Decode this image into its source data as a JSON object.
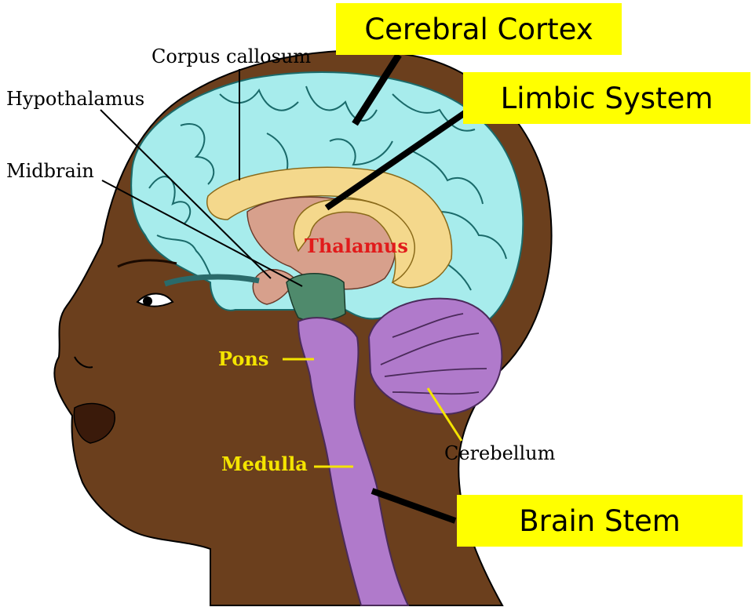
{
  "callouts": {
    "cerebral_cortex": "Cerebral Cortex",
    "limbic_system": "Limbic System",
    "brain_stem": "Brain Stem"
  },
  "labels": {
    "corpus_callosum": "Corpus callosum",
    "hypothalamus": "Hypothalamus",
    "midbrain": "Midbrain",
    "thalamus": "Thalamus",
    "pons": "Pons",
    "medulla": "Medulla",
    "cerebellum": "Cerebellum"
  },
  "colors": {
    "skin": "#6b3f1d",
    "cortex": "#a7ecec",
    "corpus_callosum": "#f4d88c",
    "thalamus": "#d7a08c",
    "midbrain": "#4f8a6c",
    "brainstem": "#b07acb",
    "callout_bg": "#ffff00",
    "thalamus_text": "#e11b1b",
    "yellow_text": "#f4e400"
  }
}
